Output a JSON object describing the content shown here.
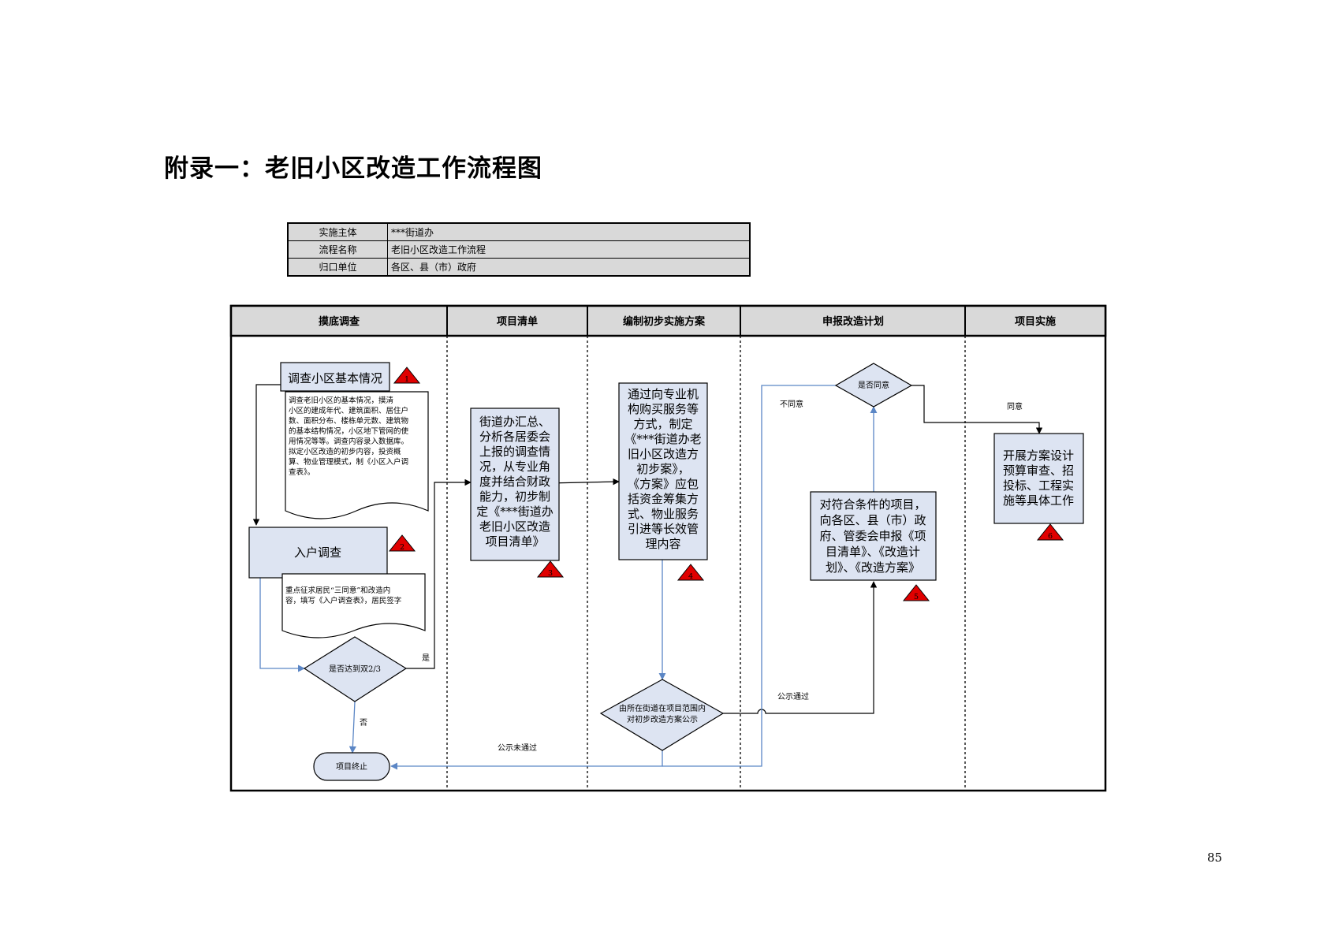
{
  "title": "附录一：老旧小区改造工作流程图",
  "info": {
    "rows": [
      {
        "key": "实施主体",
        "value": "***街道办"
      },
      {
        "key": "流程名称",
        "value": "老旧小区改造工作流程"
      },
      {
        "key": "归口单位",
        "value": "各区、县（市）政府"
      }
    ]
  },
  "lanes": [
    "摸底调查",
    "项目清单",
    "编制初步实施方案",
    "申报改造计划",
    "项目实施"
  ],
  "nodes": {
    "survey_basic": "调查小区基本情况",
    "survey_basic_doc": [
      "调查老旧小区的基本情况，摸清",
      "小区的建成年代、建筑面积、居住户",
      "数、面积分布、楼栋单元数、建筑物",
      "的基本结构情况，小区地下管网的使",
      "用情况等等。调查内容录入数据库。",
      "拟定小区改造的初步内容，投资概",
      "算、物业管理模式，制《小区入户调",
      "查表》。"
    ],
    "household_survey": "入户调查",
    "household_doc": [
      "重点征求居民“三同意”和改造内",
      "容，填写《入户调查表》，居民签字"
    ],
    "decision_two_thirds": "是否达到双2/3",
    "project_end": "项目终止",
    "project_list": [
      "街道办汇总、",
      "分析各居委会",
      "上报的调查情",
      "况，从专业角",
      "度并结合财政",
      "能力，初步制",
      "定《***街道办",
      "老旧小区改造",
      "项目清单》"
    ],
    "plan": [
      "通过向专业机",
      "构购买服务等",
      "方式，制定",
      "《***街道办老",
      "旧小区改造方",
      "初步案》，",
      "《方案》应包",
      "括资金筹集方",
      "式、物业服务",
      "引进等长效管",
      "理内容"
    ],
    "publicity": [
      "由所在街道在项目范围内",
      "对初步改造方案公示"
    ],
    "report": [
      "对符合条件的项目，",
      "向各区、县（市）政",
      "府、管委会申报《项",
      "目清单》、《改造计",
      "划》、《改造方案》"
    ],
    "decision_agree": "是否同意",
    "implement": [
      "开展方案设计",
      "预算审查、招",
      "投标、工程实",
      "施等具体工作"
    ]
  },
  "edge_labels": {
    "yes": "是",
    "no": "否",
    "not_agree": "不同意",
    "agree": "同意",
    "publicity_fail": "公示未通过",
    "publicity_pass": "公示通过"
  },
  "step_markers": [
    "1",
    "2",
    "3",
    "4",
    "5",
    "6"
  ],
  "colors": {
    "box_fill": "#dde4f2",
    "header_fill": "#d9d9d9",
    "marker_fill": "#e00000",
    "arrow_blue": "#5b86c5"
  },
  "page_number": "85"
}
